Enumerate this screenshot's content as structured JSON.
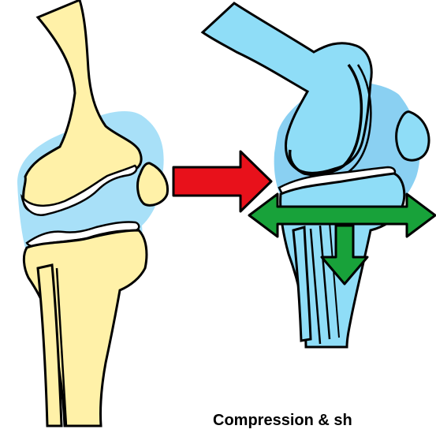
{
  "caption": "Compression & sh",
  "colors": {
    "normal_bone": "#FFF1A8",
    "normal_capsule": "#A8E0F8",
    "injured_bone": "#8FDDF7",
    "injured_capsule": "#8AD0F2",
    "compression_arrow": "#E8111B",
    "shear_arrow": "#18A23A",
    "outline": "#000000"
  },
  "icons": {
    "normal_knee": "normal-knee-joint",
    "injured_knee": "compressed-knee-joint",
    "compression_arrow": "right-arrow-icon",
    "shear_arrow": "double-horizontal-arrow-icon",
    "downward_arrow": "down-arrow-icon"
  }
}
